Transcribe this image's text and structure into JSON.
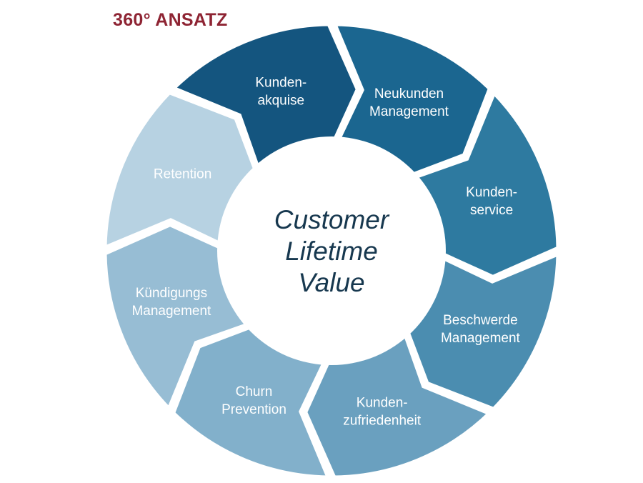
{
  "headline": "360° ANSATZ",
  "center": {
    "lines": [
      "Customer",
      "Lifetime",
      "Value"
    ],
    "color": "#17384f"
  },
  "segments": [
    {
      "id": "kundenakquise",
      "lines": [
        "Kunden-",
        "akquise"
      ],
      "color": "#14557f"
    },
    {
      "id": "neukunden-management",
      "lines": [
        "Neukunden",
        "Management"
      ],
      "color": "#1b6690"
    },
    {
      "id": "kundenservice",
      "lines": [
        "Kunden-",
        "service"
      ],
      "color": "#2e7aa0"
    },
    {
      "id": "beschwerde-management",
      "lines": [
        "Beschwerde",
        "Management"
      ],
      "color": "#4b8db0"
    },
    {
      "id": "kundenzufriedenheit",
      "lines": [
        "Kunden-",
        "zufriedenheit"
      ],
      "color": "#6aa0bf"
    },
    {
      "id": "churn-prevention",
      "lines": [
        "Churn",
        "Prevention"
      ],
      "color": "#82b0cb"
    },
    {
      "id": "kuendigungs-management",
      "lines": [
        "Kündigungs",
        "Management"
      ],
      "color": "#97bdd4"
    },
    {
      "id": "retention",
      "lines": [
        "Retention"
      ],
      "color": "#b7d2e2"
    }
  ],
  "colors": {
    "headline": "#8e2433",
    "background": "#ffffff",
    "gap": "#ffffff"
  }
}
